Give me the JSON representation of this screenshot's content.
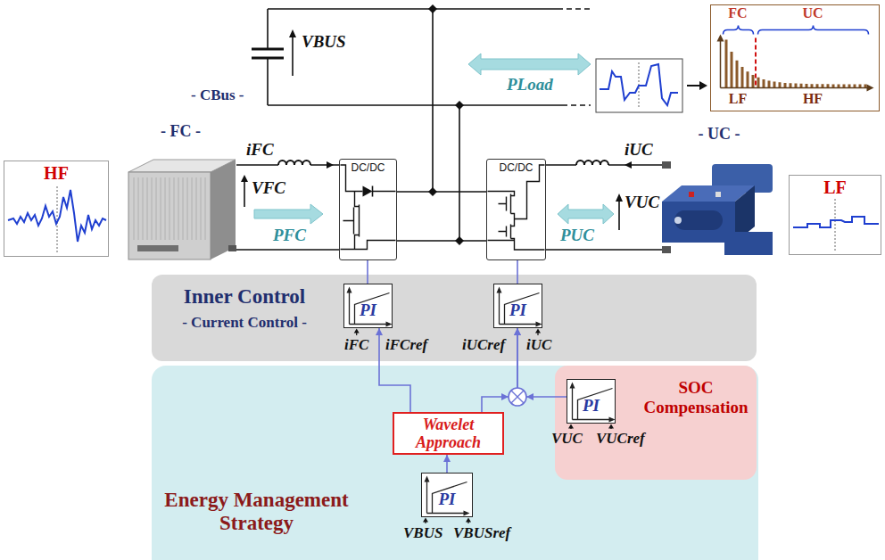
{
  "diagram": {
    "nodes": [
      {
        "text": [
          "FC",
          "UC",
          "LF",
          "HF"
        ]
      },
      {
        "text": [
          "HF"
        ]
      },
      {
        "text": [
          "- FC -"
        ]
      },
      {
        "text": [
          "DC/DC"
        ]
      },
      {
        "text": [
          "DC/DC"
        ]
      },
      {
        "text": [
          "- UC -"
        ]
      },
      {
        "text": [
          "LF"
        ]
      },
      {
        "text": [
          "Inner Control",
          "- Current Control -"
        ]
      },
      {
        "text": [
          "PI"
        ],
        "in": 7
      },
      {
        "text": [
          "PI"
        ],
        "in": 7
      },
      {
        "text": [
          "Energy Management Strategy"
        ]
      },
      {
        "text": [
          "Wavelet Approach"
        ],
        "in": 10
      },
      {
        "text": [
          "SOC Compensation"
        ],
        "in": 10
      },
      {
        "text": [
          "PI"
        ],
        "in": 12
      },
      {
        "text": [
          "PI"
        ],
        "in": 10
      }
    ],
    "edges": [
      {
        "from": 2,
        "to": 3,
        "arrow": "none"
      },
      {
        "from": 3,
        "to": 4,
        "arrow": "none"
      },
      {
        "from": 5,
        "to": 4,
        "arrow": "none"
      },
      {
        "from": 8,
        "to": 3,
        "arrow": "none"
      },
      {
        "from": 9,
        "to": 4,
        "arrow": "none"
      },
      {
        "from": 14,
        "to": 11,
        "arrow": "to"
      },
      {
        "from": 11,
        "to": 8,
        "arrow": "to"
      },
      {
        "from": 11,
        "to": 9,
        "arrow": "to"
      },
      {
        "from": 13,
        "to": 9,
        "arrow": "to"
      }
    ],
    "labels": [
      "VBUS",
      "- CBus -",
      "PLoad",
      "iFC",
      "VFC",
      "PFC",
      "iUC",
      "PUC",
      "VUC",
      "iFC",
      "iFCref",
      "iUCref",
      "iUC",
      "VUC",
      "VUCref",
      "VBUS",
      "VBUSref"
    ]
  }
}
